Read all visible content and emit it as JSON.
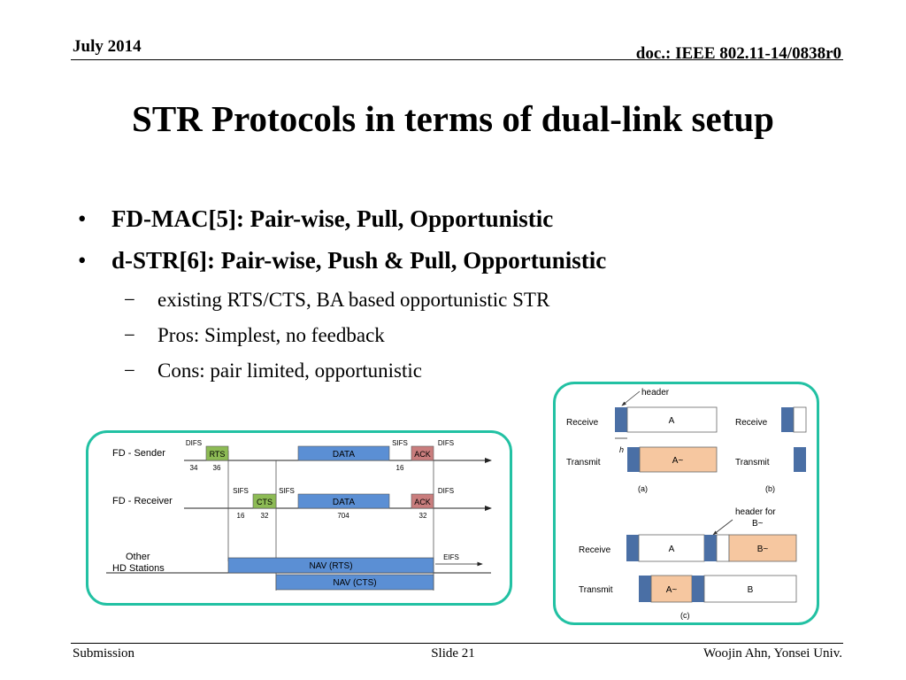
{
  "header": {
    "date": "July 2014",
    "doc": "doc.: IEEE 802.11-14/0838r0"
  },
  "title": "STR Protocols in terms of dual-link setup",
  "bullets": [
    {
      "text": "FD-MAC[5]: Pair-wise, Pull, Opportunistic"
    },
    {
      "text": "d-STR[6]: Pair-wise, Push & Pull, Opportunistic",
      "sub": [
        "existing RTS/CTS, BA based opportunistic STR",
        "Pros: Simplest, no feedback",
        "Cons: pair limited, opportunistic"
      ]
    }
  ],
  "timing_diagram": {
    "rows": {
      "sender": "FD - Sender",
      "receiver": "FD - Receiver",
      "other_1": "Other",
      "other_2": "HD Stations"
    },
    "frames": {
      "rts": "RTS",
      "cts": "CTS",
      "data": "DATA",
      "ack": "ACK",
      "nav_rts": "NAV (RTS)",
      "nav_cts": "NAV (CTS)"
    },
    "spaces": {
      "difs": "DIFS",
      "sifs": "SIFS",
      "eifs": "EIFS"
    },
    "durations": {
      "difs": "34",
      "rts": "36",
      "sifs_a": "16",
      "cts": "32",
      "data": "704",
      "sifs_b": "16",
      "ack": "32"
    },
    "colors": {
      "data": "#5b8fd4",
      "rts": "#8dbb55",
      "ack": "#c97d7d"
    }
  },
  "frame_diagram": {
    "labels": {
      "header": "header",
      "receive": "Receive",
      "transmit": "Transmit",
      "a": "A",
      "a_tilde": "A~",
      "b": "B",
      "b_tilde": "B~",
      "h": "h",
      "header_for_1": "header for",
      "header_for_2": "B~",
      "cap_a": "(a)",
      "cap_b": "(b)",
      "cap_c": "(c)"
    },
    "colors": {
      "header": "#4a6fa5",
      "payload": "#f6c7a0"
    }
  },
  "footer": {
    "left": "Submission",
    "center": "Slide 21",
    "right": "Woojin Ahn, Yonsei Univ."
  }
}
